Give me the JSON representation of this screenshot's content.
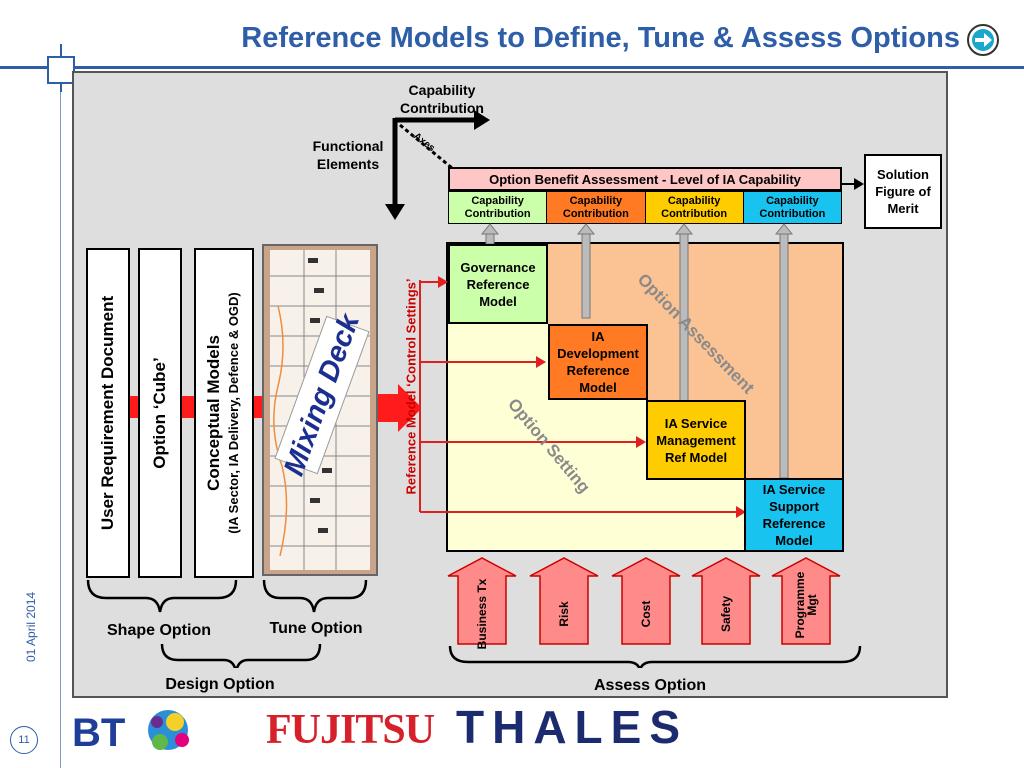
{
  "slide": {
    "title": "Reference Models to Define, Tune & Assess Options",
    "date": "01 April 2014",
    "page_number": "11"
  },
  "axes": {
    "capability": "Capability Contribution",
    "functional": "Functional Elements",
    "axes_label": "Axes"
  },
  "benefit": {
    "header": "Option Benefit Assessment - Level of IA Capability",
    "cells": [
      {
        "label": "Capability Contribution",
        "color": "#ccffaa"
      },
      {
        "label": "Capability Contribution",
        "color": "#ff7a22"
      },
      {
        "label": "Capability Contribution",
        "color": "#ffcc00"
      },
      {
        "label": "Capability Contribution",
        "color": "#19c3f0"
      }
    ],
    "header_color": "#ffc6c6"
  },
  "solution": "Solution Figure of Merit",
  "docs": {
    "urd": "User Requirement Document",
    "cube": "Option ‘Cube’",
    "conceptual_title": "Conceptual Models",
    "conceptual_sub": "(IA Sector, IA Delivery, Defence & OGD)",
    "mixing": "Mixing Deck"
  },
  "control_settings": "Reference Model ‘Control Settings’",
  "models": {
    "governance": "Governance Reference Model",
    "development": "IA Development Reference Model",
    "service_mgmt": "IA Service Management Ref Model",
    "service_support": "IA Service Support Reference Model"
  },
  "regions": {
    "assessment": "Option Assessment",
    "setting": "Option Setting"
  },
  "assess_arrows": [
    "Business Tx",
    "Risk",
    "Cost",
    "Safety",
    "Programme Mgt"
  ],
  "bottom": {
    "shape": "Shape Option",
    "tune": "Tune Option",
    "design": "Design Option",
    "assess": "Assess Option"
  },
  "logos": {
    "bt": "BT",
    "fujitsu": "FUJITSU",
    "thales": "THALES"
  }
}
